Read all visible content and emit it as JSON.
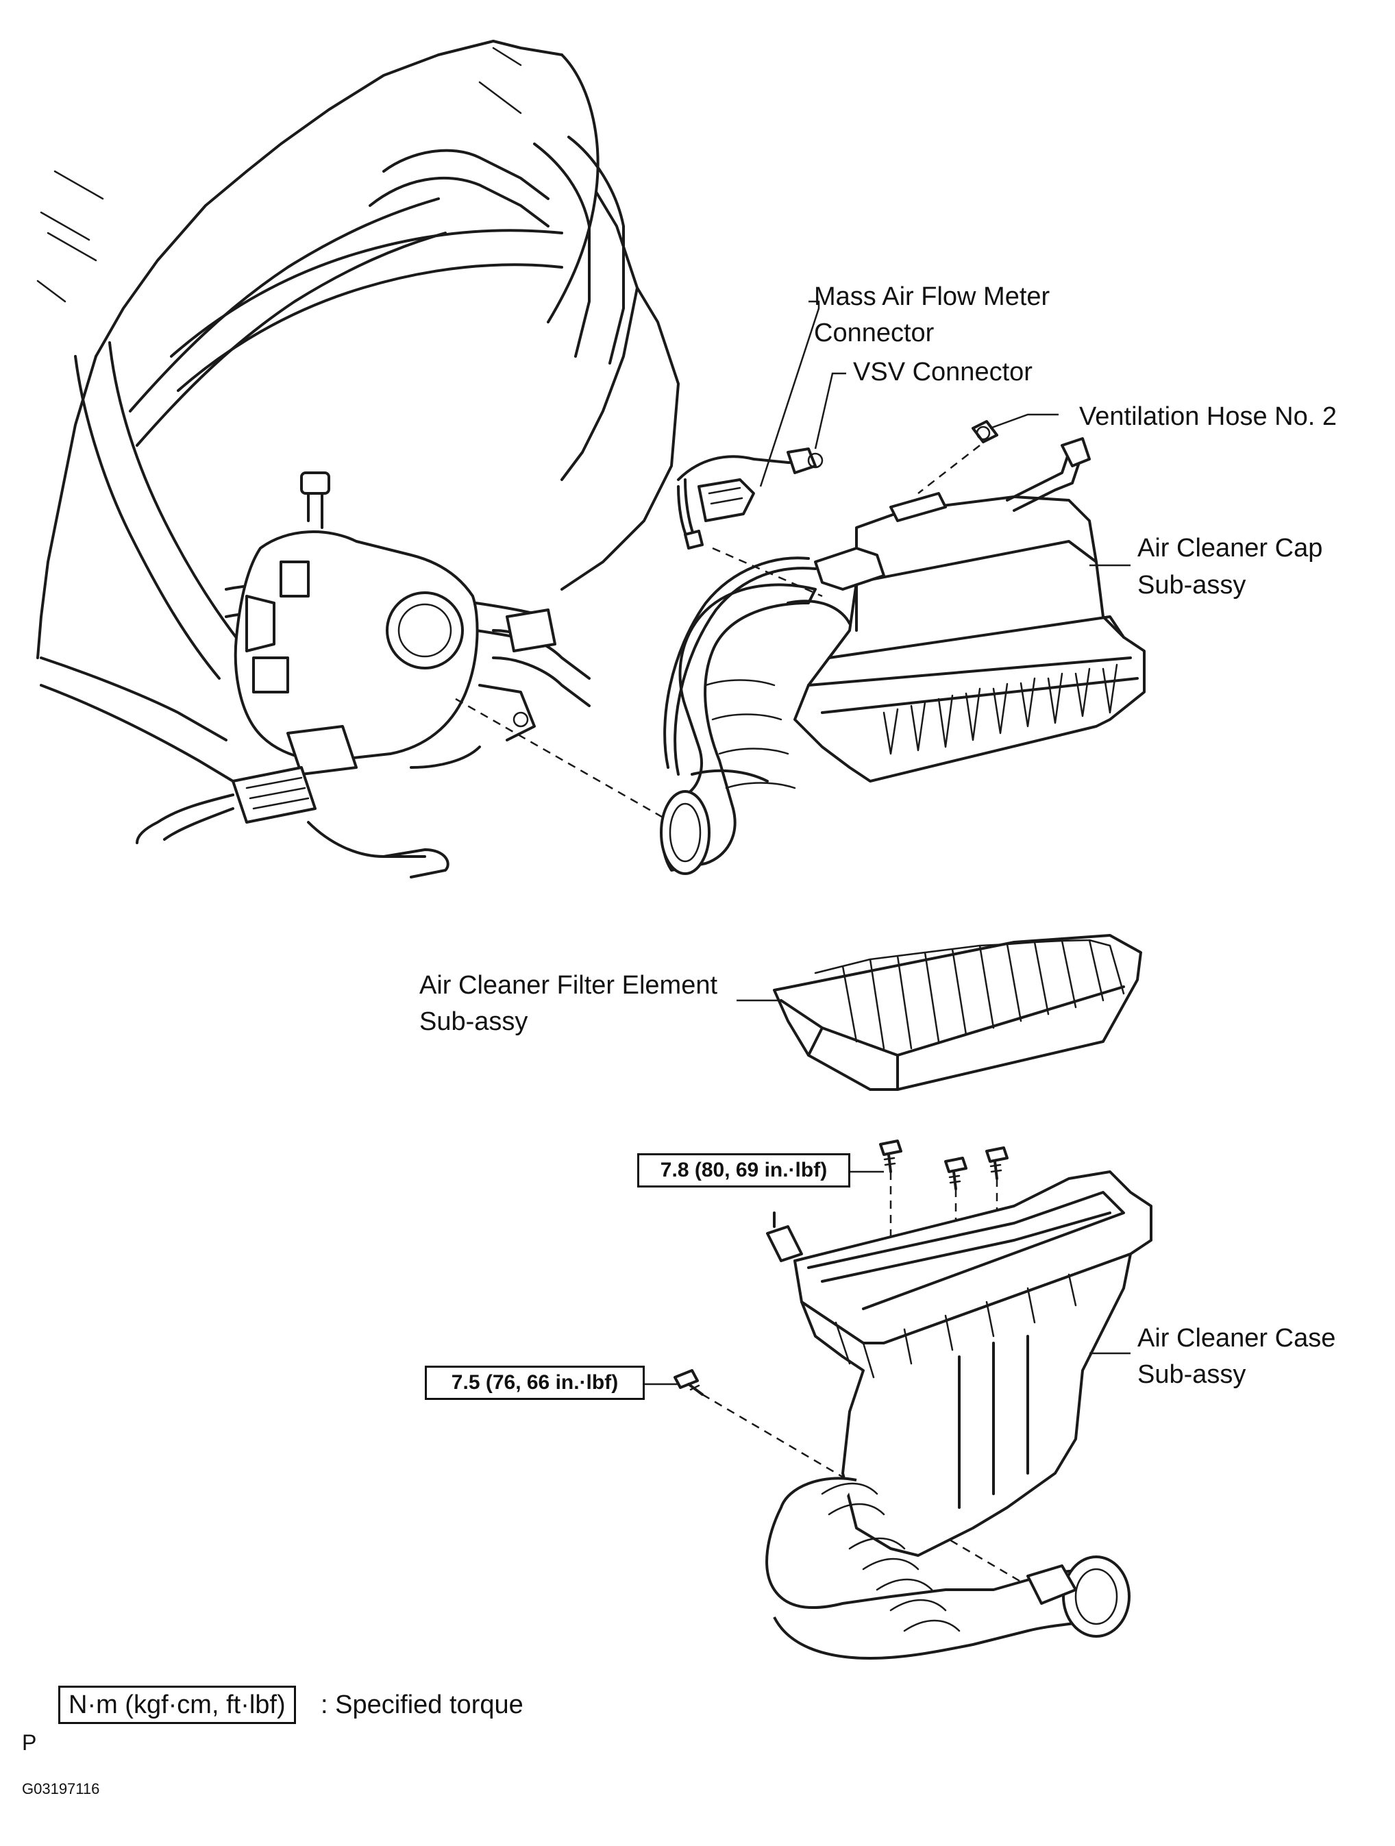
{
  "callouts": {
    "maf_connector": [
      "Mass Air Flow Meter",
      "Connector"
    ],
    "vsv_connector": "VSV Connector",
    "ventilation_hose": "Ventilation Hose No. 2",
    "cap_sub_assy": [
      "Air Cleaner Cap",
      "Sub-assy"
    ],
    "filter_sub_assy": [
      "Air Cleaner Filter Element",
      "Sub-assy"
    ],
    "case_sub_assy": [
      "Air Cleaner Case",
      "Sub-assy"
    ]
  },
  "torque_specs": {
    "upper_bolts": "7.8 (80, 69 in.·lbf)",
    "side_bolt": "7.5 (76, 66 in.·lbf)"
  },
  "legend": {
    "unit_box": "N·m (kgf·cm, ft·lbf)",
    "description": ": Specified torque"
  },
  "footer": {
    "mark": "P",
    "figure_id": "G03197116"
  }
}
